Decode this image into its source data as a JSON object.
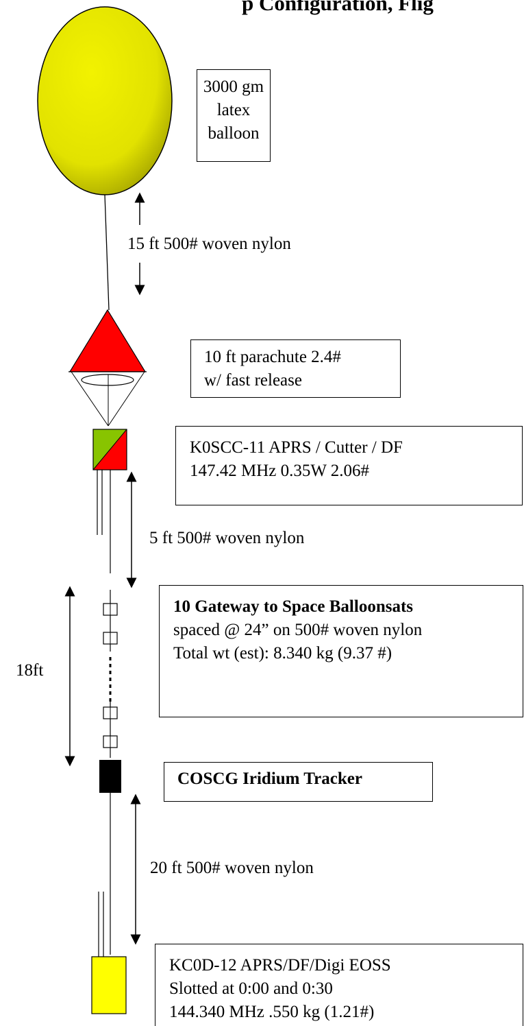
{
  "header": {
    "partial_title": "p Configuration, Flig"
  },
  "components": {
    "balloon": {
      "label": [
        "3000 gm",
        "latex",
        "balloon"
      ],
      "color": "#f2f200"
    },
    "tether1": {
      "label": "15 ft 500# woven nylon"
    },
    "parachute": {
      "label": [
        "10 ft parachute 2.4#",
        "w/ fast release"
      ],
      "color": "#ff0000"
    },
    "aprs_cutter": {
      "label": [
        "K0SCC-11 APRS / Cutter / DF",
        "147.42 MHz  0.35W 2.06#"
      ],
      "colors": [
        "#88c400",
        "#ff0000"
      ]
    },
    "tether2": {
      "label": "5 ft 500# woven nylon"
    },
    "balloonsats": {
      "title": "10 Gateway to Space Balloonsats",
      "lines": [
        "spaced @ 24” on 500# woven nylon",
        "Total wt (est): 8.340 kg (9.37 #)"
      ],
      "span_label": "18ft"
    },
    "iridium": {
      "label": "COSCG Iridium Tracker",
      "color": "#000000"
    },
    "tether3": {
      "label": "20 ft 500# woven nylon"
    },
    "kc0d": {
      "label": [
        "KC0D-12  APRS/DF/Digi EOSS",
        "Slotted at 0:00 and 0:30",
        "144.340 MHz  .550 kg  (1.21#)"
      ],
      "color": "#ffff00"
    }
  }
}
